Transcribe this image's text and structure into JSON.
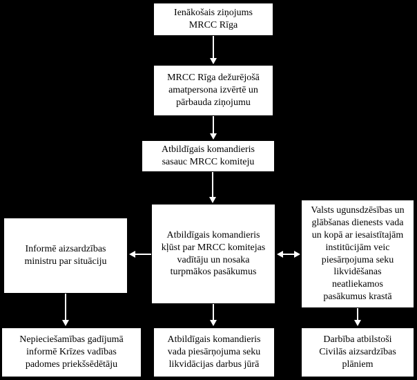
{
  "diagram": {
    "background_color": "#000000",
    "node_fill_color": "#ffffff",
    "node_text_color": "#000000",
    "arrow_color": "#ffffff"
  },
  "nodes": {
    "incoming_report": "Ienākošais ziņojums\nMRCC Rīga",
    "duty_officer": "MRCC Rīga dežurējošā\namatpersona izvērtē un\npārbauda ziņojumu",
    "commander_convenes": "Atbildīgais komandieris\nsasauc MRCC komiteju",
    "commander_leads": "Atbildīgais komandieris\nkļūst par MRCC komitejas\nvadītāju un nosaka\nturpmākos pasākumus",
    "inform_minister": "Informē aizsardzības\nministru par situāciju",
    "fire_rescue_service": "Valsts ugunsdzēsības un\nglābšanas dienests vada\nun kopā ar iesaistītajām\ninstitūcijām veic\npiesārņojuma seku\nlikvidēšanas\nneatliekamos\npasākumus krastā",
    "inform_crisis_council": "Nepieciešamības gadījumā\ninformē Krīzes vadības\npadomes priekšsēdētāju",
    "commander_sea_operations": "Atbildīgais komandieris\nvada piesārņojuma seku\nlikvidācijas darbus jūrā",
    "civil_defence_plans": "Darbība atbilstoši\nCivilās aizsardzības\nplāniem"
  }
}
